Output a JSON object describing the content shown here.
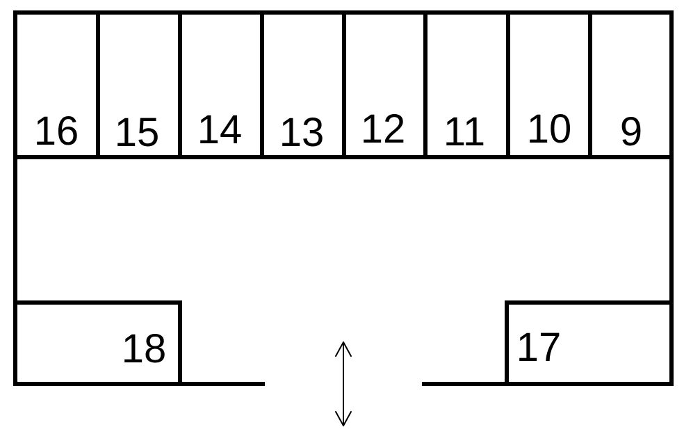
{
  "top_row_spaces": [
    {
      "label": "16"
    },
    {
      "label": "15"
    },
    {
      "label": "14"
    },
    {
      "label": "13"
    },
    {
      "label": "12"
    },
    {
      "label": "11"
    },
    {
      "label": "10"
    },
    {
      "label": "9"
    }
  ],
  "left_space": {
    "label": "18"
  },
  "right_space": {
    "label": "17"
  },
  "entrance": {
    "icon": "up-down-arrow-icon"
  },
  "colors": {
    "line": "#000000",
    "background": "#ffffff"
  }
}
